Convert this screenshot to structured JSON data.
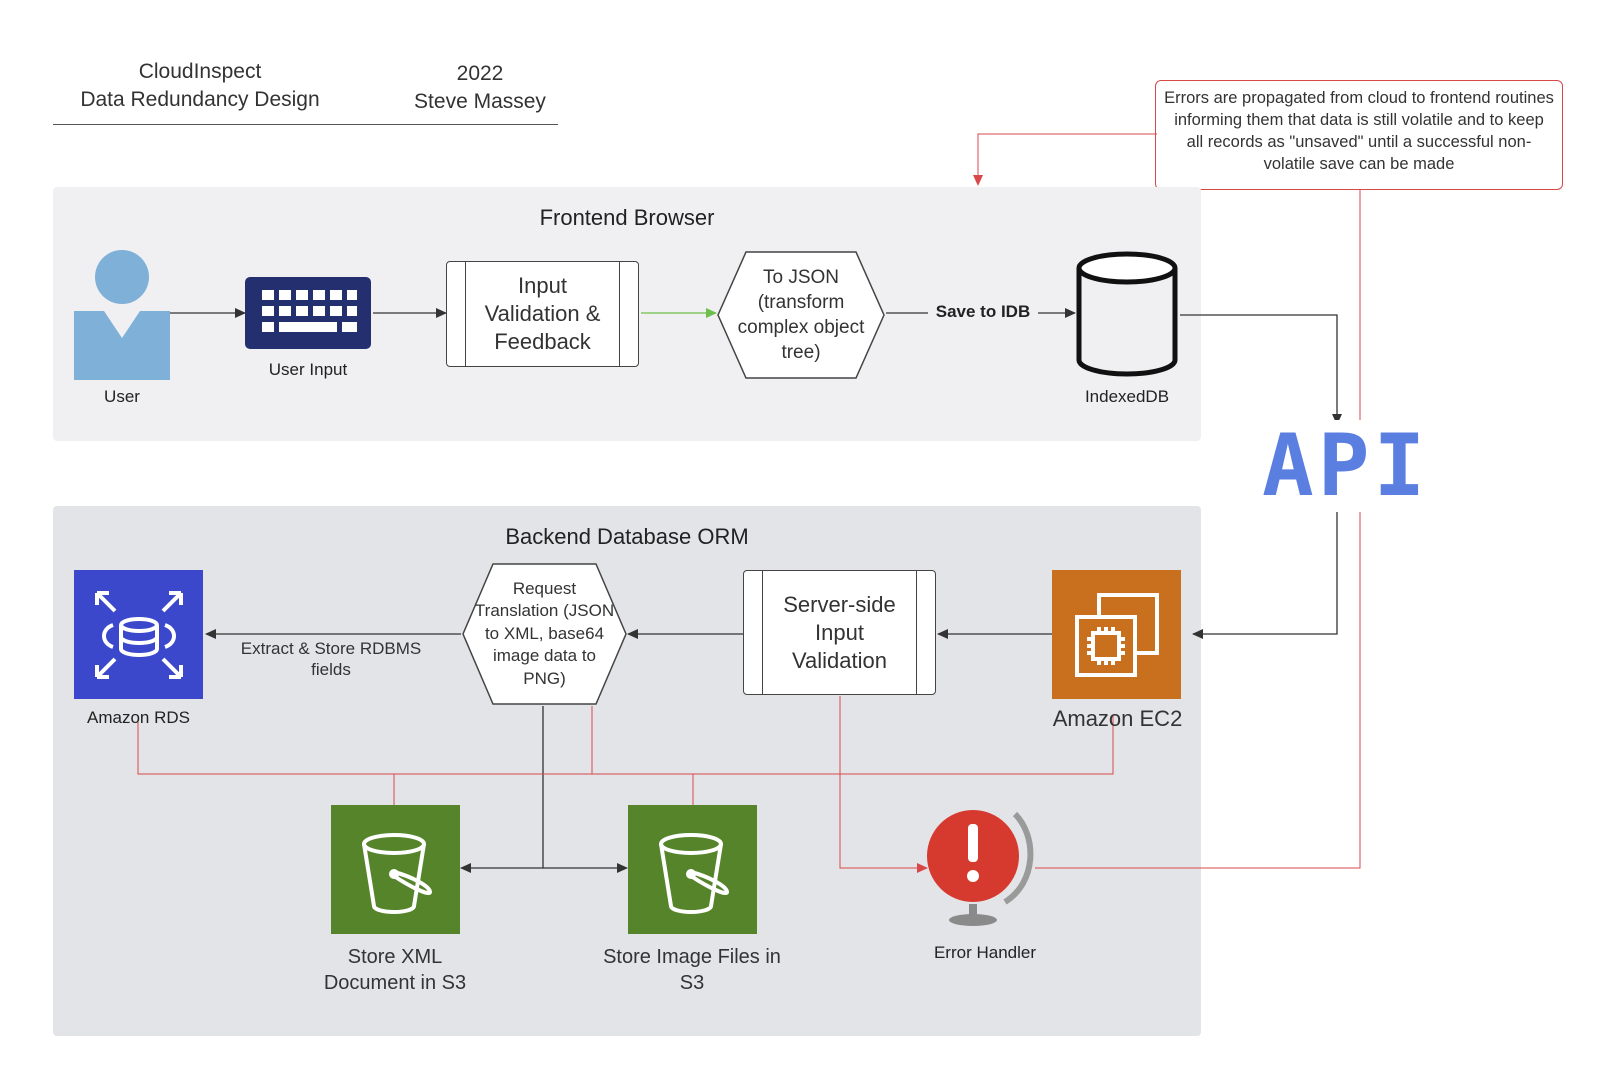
{
  "header": {
    "title_line1": "CloudInspect",
    "title_line2": "Data Redundancy Design",
    "year": "2022",
    "author": "Steve Massey"
  },
  "note": {
    "text": "Errors are propagated from cloud to frontend routines informing them that data is still volatile and to keep all records as \"unsaved\" until a successful non-volatile save can be made"
  },
  "frontend": {
    "title": "Frontend Browser",
    "user_label": "User",
    "user_input_label": "User Input",
    "validation_label": "Input Validation & Feedback",
    "to_json_label": "To JSON (transform complex object tree)",
    "save_label": "Save to IDB",
    "indexeddb_label": "IndexedDB"
  },
  "api": {
    "label": "API"
  },
  "backend": {
    "title": "Backend Database ORM",
    "rds_label": "Amazon RDS",
    "extract_label": "Extract & Store RDBMS fields",
    "translation_label": "Request Translation (JSON to XML, base64 image data to PNG)",
    "server_validation_label": "Server-side Input Validation",
    "ec2_label": "Amazon EC2",
    "s3_xml_label": "Store XML Document in S3",
    "s3_img_label": "Store Image Files in S3",
    "error_handler_label": "Error Handler"
  },
  "colors": {
    "rds": "#3b48cc",
    "ec2": "#c8701e",
    "s3": "#55842b",
    "api": "#5a7fe0",
    "error_line": "#d94848",
    "user_icon": "#7fb0d8",
    "keyboard": "#232f6e"
  }
}
